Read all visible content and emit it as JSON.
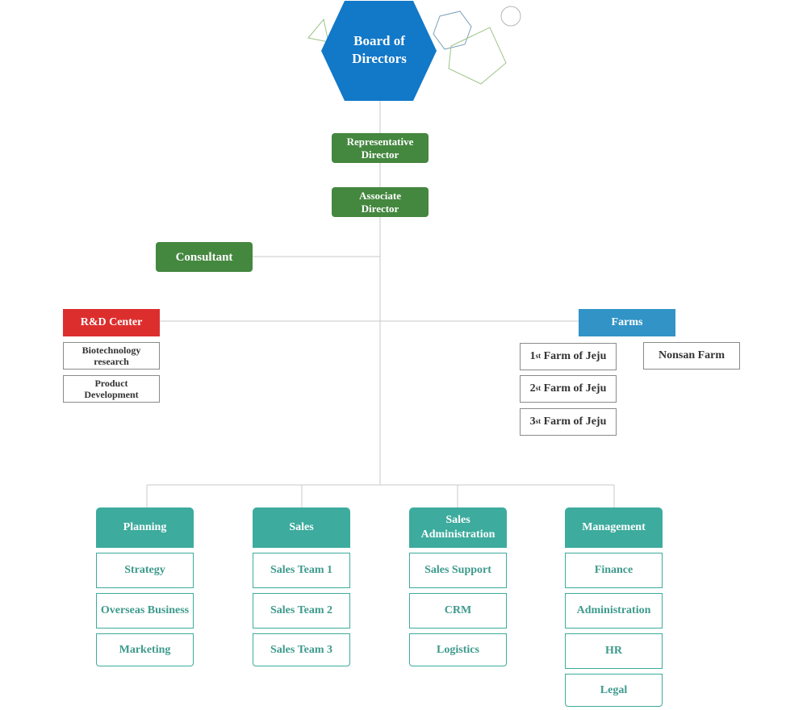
{
  "top": {
    "label": "Board of Directors"
  },
  "executives": {
    "representative": "Representative Director",
    "associate": "Associate Director",
    "consultant": "Consultant"
  },
  "rnd": {
    "title": "R&D Center",
    "items": [
      "Biotechnology research",
      "Product Development"
    ]
  },
  "farms": {
    "title": "Farms",
    "jeju": [
      {
        "ordinal": "1",
        "suffix": "st",
        "name": "Farm of Jeju"
      },
      {
        "ordinal": "2",
        "suffix": "st",
        "name": "Farm of Jeju"
      },
      {
        "ordinal": "3",
        "suffix": "st",
        "name": "Farm of Jeju"
      }
    ],
    "nonsan": "Nonsan Farm"
  },
  "departments": [
    {
      "title": "Planning",
      "items": [
        "Strategy",
        "Overseas Business",
        "Marketing"
      ]
    },
    {
      "title": "Sales",
      "items": [
        "Sales Team 1",
        "Sales Team 2",
        "Sales Team 3"
      ]
    },
    {
      "title": "Sales Administration",
      "items": [
        "Sales Support",
        "CRM",
        "Logistics"
      ]
    },
    {
      "title": "Management",
      "items": [
        "Finance",
        "Administration",
        "HR",
        "Legal"
      ]
    }
  ],
  "colors": {
    "board": "#1278c8",
    "executive": "#44873f",
    "rnd": "#dd2e2e",
    "farms": "#3193c6",
    "department": "#3dab9d"
  }
}
